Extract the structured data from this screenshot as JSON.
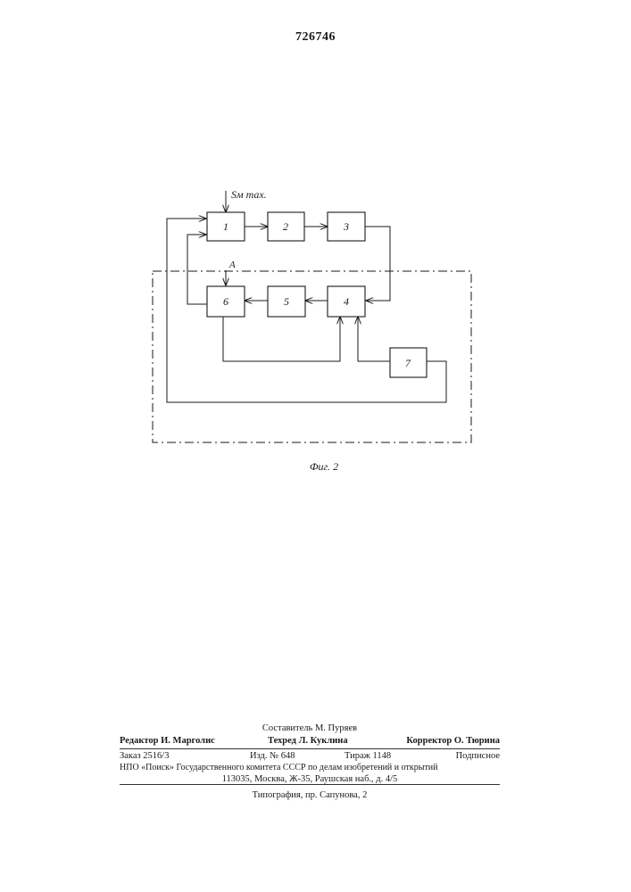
{
  "header": {
    "patent_number": "726746"
  },
  "diagram": {
    "input_label": "Sм max.",
    "input_a_label": "A",
    "blocks": [
      {
        "id": "1"
      },
      {
        "id": "2"
      },
      {
        "id": "3"
      },
      {
        "id": "4"
      },
      {
        "id": "5"
      },
      {
        "id": "6"
      },
      {
        "id": "7"
      }
    ],
    "caption": "Фиг. 2"
  },
  "imprint": {
    "compiler": "Составитель М. Пуряев",
    "editor": "Редактор И. Марголис",
    "tech_editor": "Техред Л. Куклина",
    "corrector": "Корректор О. Тюрина",
    "order": "Заказ 2516/3",
    "edition": "Изд. № 648",
    "print_run": "Тираж 1148",
    "subscription": "Подписное",
    "org_line": "НПО «Поиск» Государственного комитета СССР по делам изобретений и открытий",
    "address": "113035, Москва, Ж-35, Раушская наб., д. 4/5",
    "printing_house": "Типография, пр. Сапунова, 2"
  }
}
